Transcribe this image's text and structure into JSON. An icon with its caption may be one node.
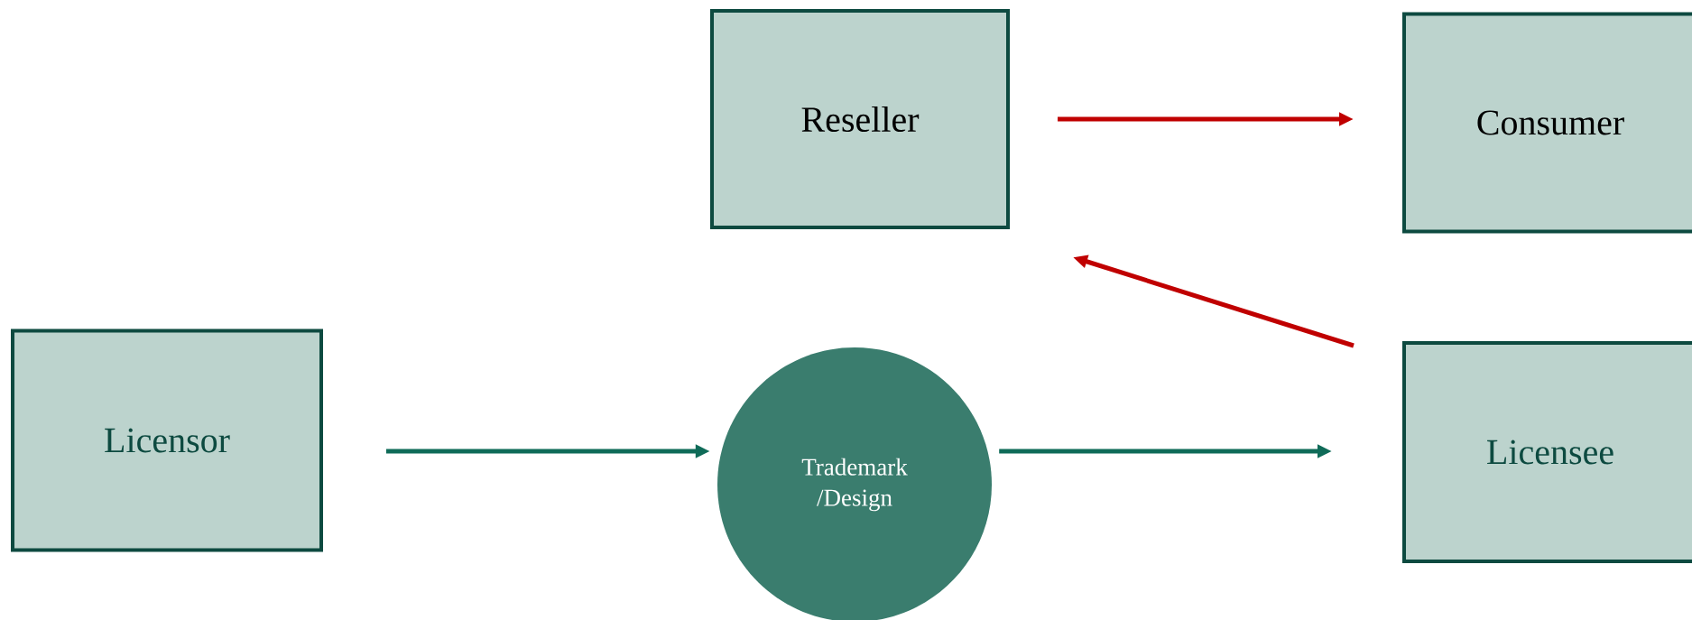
{
  "diagram": {
    "nodes": [
      {
        "text": [
          "Reseller"
        ]
      },
      {
        "text": [
          "Consumer"
        ]
      },
      {
        "text": [
          "Licensor"
        ]
      },
      {
        "text": [
          "Trademark /Design"
        ]
      },
      {
        "text": [
          "Licensee"
        ]
      }
    ],
    "edges": [
      {
        "from": 0,
        "to": 1,
        "arrow": "to",
        "color": "#c00000"
      },
      {
        "from": 4,
        "to": 0,
        "arrow": "to",
        "color": "#c00000"
      },
      {
        "from": 2,
        "to": 3,
        "arrow": "to",
        "color": "#0f6b58"
      },
      {
        "from": 3,
        "to": 4,
        "arrow": "to",
        "color": "#0f6b58"
      }
    ]
  }
}
